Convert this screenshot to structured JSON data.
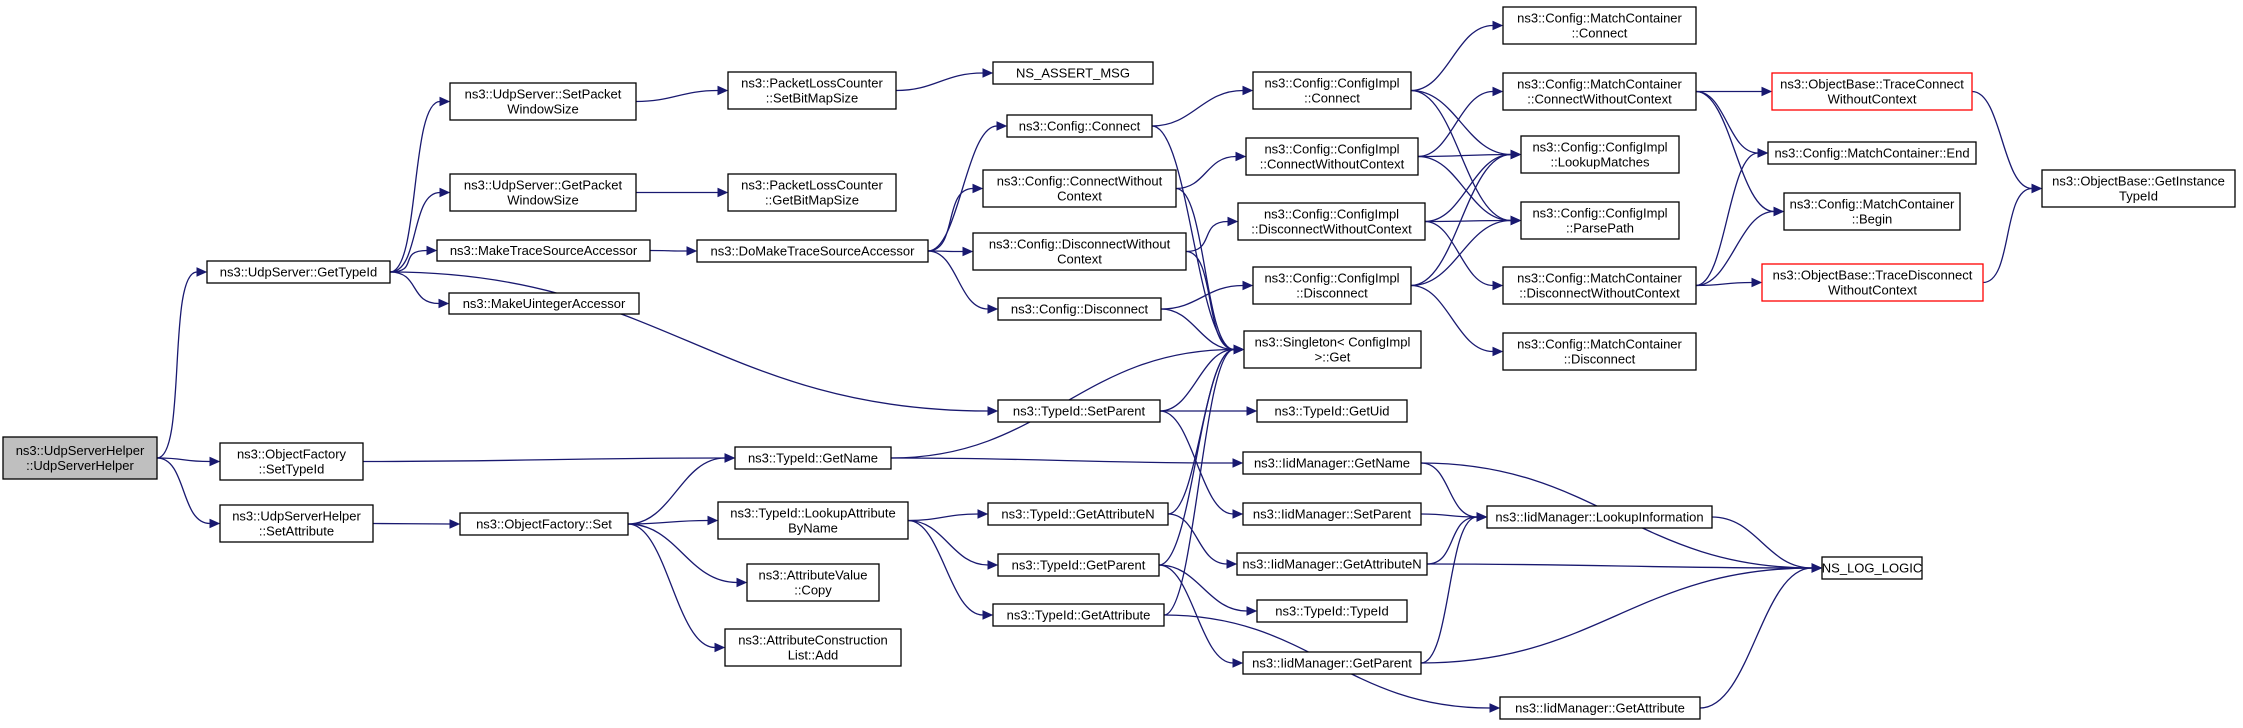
{
  "nodes": [
    {
      "id": "root",
      "lines": [
        "ns3::UdpServerHelper",
        "::UdpServerHelper"
      ],
      "style": "root"
    },
    {
      "id": "getTypeId",
      "lines": [
        "ns3::UdpServer::GetTypeId"
      ]
    },
    {
      "id": "ofSetTypeId",
      "lines": [
        "ns3::ObjectFactory",
        "::SetTypeId"
      ]
    },
    {
      "id": "ushSetAttr",
      "lines": [
        "ns3::UdpServerHelper",
        "::SetAttribute"
      ]
    },
    {
      "id": "setPktWin",
      "lines": [
        "ns3::UdpServer::SetPacket",
        "WindowSize"
      ]
    },
    {
      "id": "getPktWin",
      "lines": [
        "ns3::UdpServer::GetPacket",
        "WindowSize"
      ]
    },
    {
      "id": "makeTSA",
      "lines": [
        "ns3::MakeTraceSourceAccessor"
      ]
    },
    {
      "id": "makeUIA",
      "lines": [
        "ns3::MakeUintegerAccessor"
      ]
    },
    {
      "id": "ofSet",
      "lines": [
        "ns3::ObjectFactory::Set"
      ]
    },
    {
      "id": "plcSet",
      "lines": [
        "ns3::PacketLossCounter",
        "::SetBitMapSize"
      ]
    },
    {
      "id": "plcGet",
      "lines": [
        "ns3::PacketLossCounter",
        "::GetBitMapSize"
      ]
    },
    {
      "id": "doMakeTSA",
      "lines": [
        "ns3::DoMakeTraceSourceAccessor"
      ]
    },
    {
      "id": "tidGetName",
      "lines": [
        "ns3::TypeId::GetName"
      ]
    },
    {
      "id": "tidLookupAttr",
      "lines": [
        "ns3::TypeId::LookupAttribute",
        "ByName"
      ]
    },
    {
      "id": "avCopy",
      "lines": [
        "ns3::AttributeValue",
        "::Copy"
      ]
    },
    {
      "id": "aclAdd",
      "lines": [
        "ns3::AttributeConstruction",
        "List::Add"
      ]
    },
    {
      "id": "nsAssert",
      "lines": [
        "NS_ASSERT_MSG"
      ]
    },
    {
      "id": "cfgConnect",
      "lines": [
        "ns3::Config::Connect"
      ]
    },
    {
      "id": "cfgConnectWC",
      "lines": [
        "ns3::Config::ConnectWithout",
        "Context"
      ]
    },
    {
      "id": "cfgDisconnectWC",
      "lines": [
        "ns3::Config::DisconnectWithout",
        "Context"
      ]
    },
    {
      "id": "cfgDisconnect",
      "lines": [
        "ns3::Config::Disconnect"
      ]
    },
    {
      "id": "tidSetParent",
      "lines": [
        "ns3::TypeId::SetParent"
      ]
    },
    {
      "id": "tidGetAttrN",
      "lines": [
        "ns3::TypeId::GetAttributeN"
      ]
    },
    {
      "id": "tidGetParent",
      "lines": [
        "ns3::TypeId::GetParent"
      ]
    },
    {
      "id": "tidGetAttr",
      "lines": [
        "ns3::TypeId::GetAttribute"
      ]
    },
    {
      "id": "ciConnect",
      "lines": [
        "ns3::Config::ConfigImpl",
        "::Connect"
      ]
    },
    {
      "id": "ciConnectWC",
      "lines": [
        "ns3::Config::ConfigImpl",
        "::ConnectWithoutContext"
      ]
    },
    {
      "id": "ciDisconnectWC",
      "lines": [
        "ns3::Config::ConfigImpl",
        "::DisconnectWithoutContext"
      ]
    },
    {
      "id": "ciDisconnect",
      "lines": [
        "ns3::Config::ConfigImpl",
        "::Disconnect"
      ]
    },
    {
      "id": "singleton",
      "lines": [
        "ns3::Singleton< ConfigImpl",
        " >::Get"
      ]
    },
    {
      "id": "tidGetUid",
      "lines": [
        "ns3::TypeId::GetUid"
      ]
    },
    {
      "id": "iidGetName",
      "lines": [
        "ns3::IidManager::GetName"
      ]
    },
    {
      "id": "iidSetParent",
      "lines": [
        "ns3::IidManager::SetParent"
      ]
    },
    {
      "id": "iidGetAttrN",
      "lines": [
        "ns3::IidManager::GetAttributeN"
      ]
    },
    {
      "id": "tidTypeId",
      "lines": [
        "ns3::TypeId::TypeId"
      ]
    },
    {
      "id": "iidGetParent",
      "lines": [
        "ns3::IidManager::GetParent"
      ]
    },
    {
      "id": "iidGetAttr",
      "lines": [
        "ns3::IidManager::GetAttribute"
      ]
    },
    {
      "id": "mcConnect",
      "lines": [
        "ns3::Config::MatchContainer",
        "::Connect"
      ]
    },
    {
      "id": "mcConnectWC",
      "lines": [
        "ns3::Config::MatchContainer",
        "::ConnectWithoutContext"
      ]
    },
    {
      "id": "ciLookupMatches",
      "lines": [
        "ns3::Config::ConfigImpl",
        "::LookupMatches"
      ]
    },
    {
      "id": "ciParsePath",
      "lines": [
        "ns3::Config::ConfigImpl",
        "::ParsePath"
      ]
    },
    {
      "id": "mcDisconnectWC",
      "lines": [
        "ns3::Config::MatchContainer",
        "::DisconnectWithoutContext"
      ]
    },
    {
      "id": "mcDisconnect",
      "lines": [
        "ns3::Config::MatchContainer",
        "::Disconnect"
      ]
    },
    {
      "id": "iidLookupInfo",
      "lines": [
        "ns3::IidManager::LookupInformation"
      ]
    },
    {
      "id": "obTraceConnectWC",
      "lines": [
        "ns3::ObjectBase::TraceConnect",
        "WithoutContext"
      ],
      "style": "trunc"
    },
    {
      "id": "mcEnd",
      "lines": [
        "ns3::Config::MatchContainer::End"
      ]
    },
    {
      "id": "mcBegin",
      "lines": [
        "ns3::Config::MatchContainer",
        "::Begin"
      ]
    },
    {
      "id": "obTraceDisconnectWC",
      "lines": [
        "ns3::ObjectBase::TraceDisconnect",
        "WithoutContext"
      ],
      "style": "trunc"
    },
    {
      "id": "nsLogLogic",
      "lines": [
        "NS_LOG_LOGIC"
      ]
    },
    {
      "id": "obGetInstTid",
      "lines": [
        "ns3::ObjectBase::GetInstance",
        "TypeId"
      ]
    }
  ],
  "edges": [
    [
      "root",
      "getTypeId"
    ],
    [
      "root",
      "ofSetTypeId"
    ],
    [
      "root",
      "ushSetAttr"
    ],
    [
      "getTypeId",
      "setPktWin"
    ],
    [
      "getTypeId",
      "getPktWin"
    ],
    [
      "getTypeId",
      "makeTSA"
    ],
    [
      "getTypeId",
      "makeUIA"
    ],
    [
      "getTypeId",
      "tidSetParent"
    ],
    [
      "ofSetTypeId",
      "tidGetName"
    ],
    [
      "ushSetAttr",
      "ofSet"
    ],
    [
      "setPktWin",
      "plcSet"
    ],
    [
      "getPktWin",
      "plcGet"
    ],
    [
      "makeTSA",
      "doMakeTSA"
    ],
    [
      "ofSet",
      "tidGetName"
    ],
    [
      "ofSet",
      "tidLookupAttr"
    ],
    [
      "ofSet",
      "avCopy"
    ],
    [
      "ofSet",
      "aclAdd"
    ],
    [
      "plcSet",
      "nsAssert"
    ],
    [
      "doMakeTSA",
      "cfgConnect"
    ],
    [
      "doMakeTSA",
      "cfgConnectWC"
    ],
    [
      "doMakeTSA",
      "cfgDisconnectWC"
    ],
    [
      "doMakeTSA",
      "cfgDisconnect"
    ],
    [
      "tidGetName",
      "singleton"
    ],
    [
      "tidGetName",
      "iidGetName"
    ],
    [
      "tidLookupAttr",
      "tidGetAttrN"
    ],
    [
      "tidLookupAttr",
      "tidGetParent"
    ],
    [
      "tidLookupAttr",
      "tidGetAttr"
    ],
    [
      "cfgConnect",
      "ciConnect"
    ],
    [
      "cfgConnect",
      "singleton"
    ],
    [
      "cfgConnectWC",
      "ciConnectWC"
    ],
    [
      "cfgConnectWC",
      "singleton"
    ],
    [
      "cfgDisconnectWC",
      "ciDisconnectWC"
    ],
    [
      "cfgDisconnectWC",
      "singleton"
    ],
    [
      "cfgDisconnect",
      "ciDisconnect"
    ],
    [
      "cfgDisconnect",
      "singleton"
    ],
    [
      "tidSetParent",
      "singleton"
    ],
    [
      "tidSetParent",
      "tidGetUid"
    ],
    [
      "tidSetParent",
      "iidSetParent"
    ],
    [
      "tidGetAttrN",
      "singleton"
    ],
    [
      "tidGetAttrN",
      "iidGetAttrN"
    ],
    [
      "tidGetParent",
      "singleton"
    ],
    [
      "tidGetParent",
      "tidTypeId"
    ],
    [
      "tidGetParent",
      "iidGetParent"
    ],
    [
      "tidGetAttr",
      "singleton"
    ],
    [
      "tidGetAttr",
      "iidGetAttr"
    ],
    [
      "ciConnect",
      "mcConnect"
    ],
    [
      "ciConnect",
      "ciLookupMatches"
    ],
    [
      "ciConnect",
      "ciParsePath"
    ],
    [
      "ciConnectWC",
      "mcConnectWC"
    ],
    [
      "ciConnectWC",
      "ciLookupMatches"
    ],
    [
      "ciConnectWC",
      "ciParsePath"
    ],
    [
      "ciDisconnectWC",
      "ciLookupMatches"
    ],
    [
      "ciDisconnectWC",
      "ciParsePath"
    ],
    [
      "ciDisconnectWC",
      "mcDisconnectWC"
    ],
    [
      "ciDisconnect",
      "ciLookupMatches"
    ],
    [
      "ciDisconnect",
      "ciParsePath"
    ],
    [
      "ciDisconnect",
      "mcDisconnect"
    ],
    [
      "iidGetName",
      "iidLookupInfo"
    ],
    [
      "iidGetName",
      "nsLogLogic"
    ],
    [
      "iidSetParent",
      "iidLookupInfo"
    ],
    [
      "iidGetAttrN",
      "iidLookupInfo"
    ],
    [
      "iidGetAttrN",
      "nsLogLogic"
    ],
    [
      "iidGetParent",
      "iidLookupInfo"
    ],
    [
      "iidGetParent",
      "nsLogLogic"
    ],
    [
      "iidGetAttr",
      "nsLogLogic"
    ],
    [
      "mcConnectWC",
      "obTraceConnectWC"
    ],
    [
      "mcConnectWC",
      "mcEnd"
    ],
    [
      "mcConnectWC",
      "mcBegin"
    ],
    [
      "mcDisconnectWC",
      "mcEnd"
    ],
    [
      "mcDisconnectWC",
      "mcBegin"
    ],
    [
      "mcDisconnectWC",
      "obTraceDisconnectWC"
    ],
    [
      "iidLookupInfo",
      "nsLogLogic"
    ],
    [
      "obTraceConnectWC",
      "obGetInstTid"
    ],
    [
      "obTraceDisconnectWC",
      "obGetInstTid"
    ]
  ]
}
